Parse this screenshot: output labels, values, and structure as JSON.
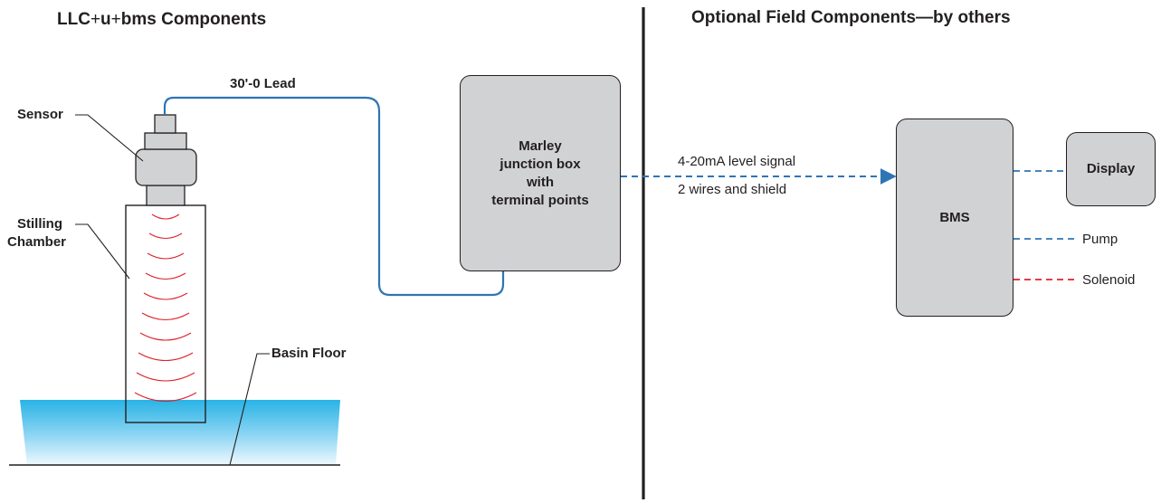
{
  "headings": {
    "left": {
      "part1": "LLC",
      "plus1": "+",
      "part2": "u",
      "plus2": "+",
      "part3": "bms Components"
    },
    "right": "Optional Field Components—by others"
  },
  "labels": {
    "sensor": "Sensor",
    "stilling_line1": "Stilling",
    "stilling_line2": "Chamber",
    "basin_floor": "Basin Floor",
    "lead": "30'-0 Lead",
    "signal_line1": "4-20mA level signal",
    "signal_line2": "2 wires and shield",
    "pump": "Pump",
    "solenoid": "Solenoid"
  },
  "boxes": {
    "junction_line1": "Marley",
    "junction_line2": "junction box",
    "junction_line3": "with",
    "junction_line4": "terminal points",
    "bms": "BMS",
    "display": "Display"
  },
  "colors": {
    "blue_wire": "#2e75b6",
    "red_wire": "#e0202a",
    "box_fill": "#d1d2d4",
    "water_top": "#2fb7e8",
    "echo": "#e0202a"
  }
}
